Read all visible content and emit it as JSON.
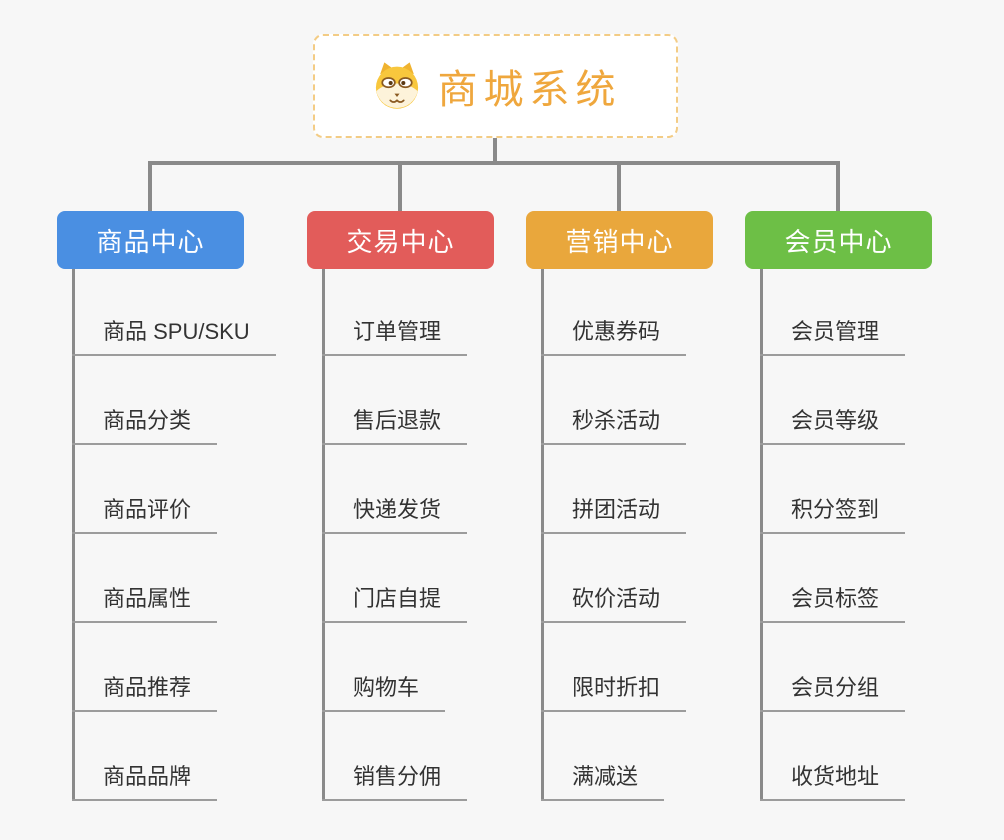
{
  "root": {
    "title": "商城系统",
    "icon": "dog-face-icon",
    "title_color": "#efa73d",
    "border_color": "#f3cc85"
  },
  "connector_color": "#8a8a8a",
  "background_color": "#f7f7f7",
  "branches": [
    {
      "label": "商品中心",
      "color": "#4a8fe2",
      "items": [
        "商品 SPU/SKU",
        "商品分类",
        "商品评价",
        "商品属性",
        "商品推荐",
        "商品品牌"
      ]
    },
    {
      "label": "交易中心",
      "color": "#e25c5a",
      "items": [
        "订单管理",
        "售后退款",
        "快递发货",
        "门店自提",
        "购物车",
        "销售分佣"
      ]
    },
    {
      "label": "营销中心",
      "color": "#e9a73c",
      "items": [
        "优惠券码",
        "秒杀活动",
        "拼团活动",
        "砍价活动",
        "限时折扣",
        "满减送"
      ]
    },
    {
      "label": "会员中心",
      "color": "#6dbf46",
      "items": [
        "会员管理",
        "会员等级",
        "积分签到",
        "会员标签",
        "会员分组",
        "收货地址"
      ]
    }
  ]
}
